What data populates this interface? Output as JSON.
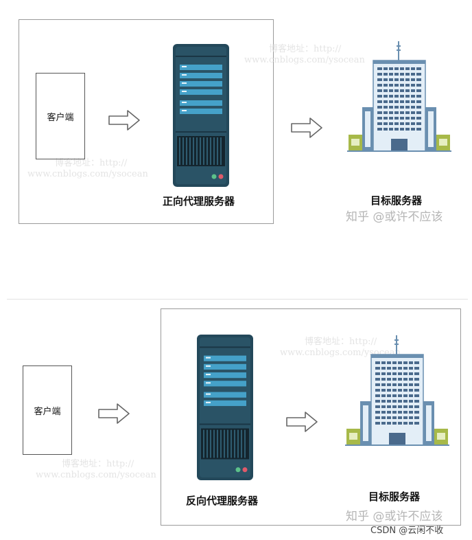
{
  "forward": {
    "client_label": "客户端",
    "proxy_label": "正向代理服务器",
    "target_label": "目标服务器",
    "watermark": "知乎 @或许不应该",
    "faint_text": [
      "博客地址：http://",
      "www.cnblogs.com/ysocean"
    ]
  },
  "reverse": {
    "client_label": "客户端",
    "proxy_label": "反向代理服务器",
    "target_label": "目标服务器",
    "watermark": "知乎 @或许不应该",
    "faint_text": [
      "博客地址：http://",
      "www.cnblogs.com/ysocean"
    ]
  },
  "footer": {
    "csdn": "CSDN @云闲不收"
  },
  "colors": {
    "server_dark": "#23485a",
    "server_panel": "#45a1c9",
    "building_blue": "#6a8fb0",
    "building_light": "#e3eef7",
    "building_green": "#a7b949",
    "arrow": "#666666"
  },
  "icons": [
    "arrow-right-icon",
    "server-icon",
    "building-icon"
  ]
}
